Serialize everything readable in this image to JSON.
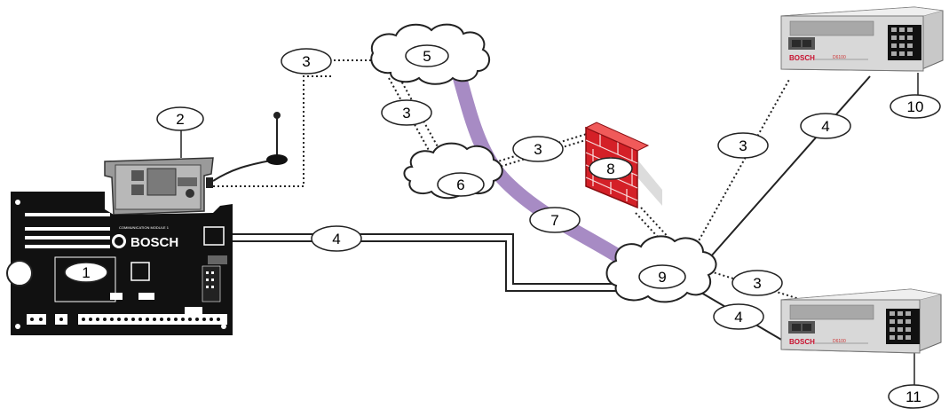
{
  "callouts": {
    "c1": "1",
    "c2": "2",
    "c3": "3",
    "c4": "4",
    "c5": "5",
    "c6": "6",
    "c7": "7",
    "c8": "8",
    "c9": "9",
    "c10": "10",
    "c11": "11"
  },
  "panel": {
    "brand": "BOSCH",
    "module_label": "COMMUNICATION MODULE 1"
  },
  "receiver_top": {
    "brand": "BOSCH",
    "model": "D6100"
  },
  "receiver_bottom": {
    "brand": "BOSCH",
    "model": "D6100"
  },
  "colors": {
    "cellular_link": "#a78bc4",
    "firewall": "#d42027",
    "panel_body": "#111111",
    "receiver_body": "#d8d8d8",
    "brand_red": "#c8102e"
  }
}
